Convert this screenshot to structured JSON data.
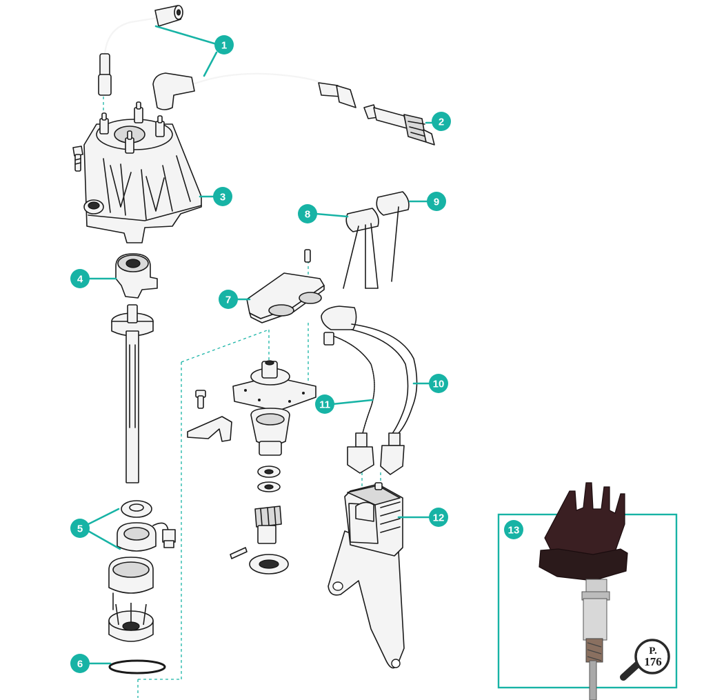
{
  "callouts": [
    {
      "id": "1",
      "label": "1"
    },
    {
      "id": "2",
      "label": "2"
    },
    {
      "id": "3",
      "label": "3"
    },
    {
      "id": "4",
      "label": "4"
    },
    {
      "id": "5",
      "label": "5"
    },
    {
      "id": "6",
      "label": "6"
    },
    {
      "id": "7",
      "label": "7"
    },
    {
      "id": "8",
      "label": "8"
    },
    {
      "id": "9",
      "label": "9"
    },
    {
      "id": "10",
      "label": "10"
    },
    {
      "id": "11",
      "label": "11"
    },
    {
      "id": "12",
      "label": "12"
    },
    {
      "id": "13",
      "label": "13"
    }
  ],
  "page_reference": {
    "prefix": "P.",
    "number": "176"
  },
  "colors": {
    "accent": "#17b3a5",
    "line": "#1a1a1a",
    "fill": "#f4f4f4"
  }
}
